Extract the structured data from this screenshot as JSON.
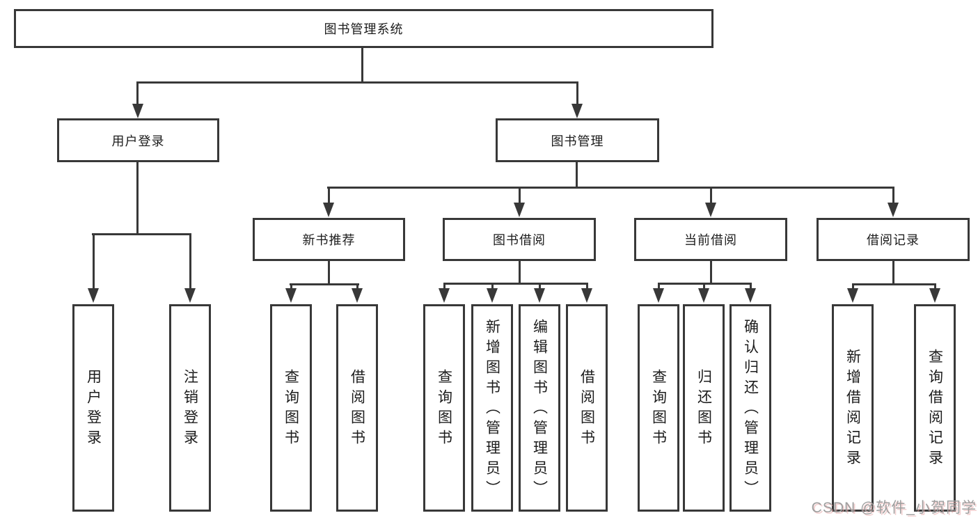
{
  "diagram": {
    "root": "图书管理系统",
    "level2": [
      "用户登录",
      "图书管理"
    ],
    "level3": [
      "新书推荐",
      "图书借阅",
      "当前借阅",
      "借阅记录"
    ],
    "leaves": {
      "login": [
        "用户登录",
        "注销登录"
      ],
      "recommend": [
        "查询图书",
        "借阅图书"
      ],
      "borrow": [
        "查询图书",
        "新增图书（管理员）",
        "编辑图书（管理员）",
        "借阅图书"
      ],
      "current": [
        "查询图书",
        "归还图书",
        "确认归还（管理员）"
      ],
      "records": [
        "新增借阅记录",
        "查询借阅记录"
      ]
    },
    "watermark": "CSDN @软件_小贺同学",
    "colors": {
      "line": "#383838",
      "text": "#1c1c1c",
      "watermark": "#9e9e9e",
      "background": "#ffffff"
    }
  }
}
